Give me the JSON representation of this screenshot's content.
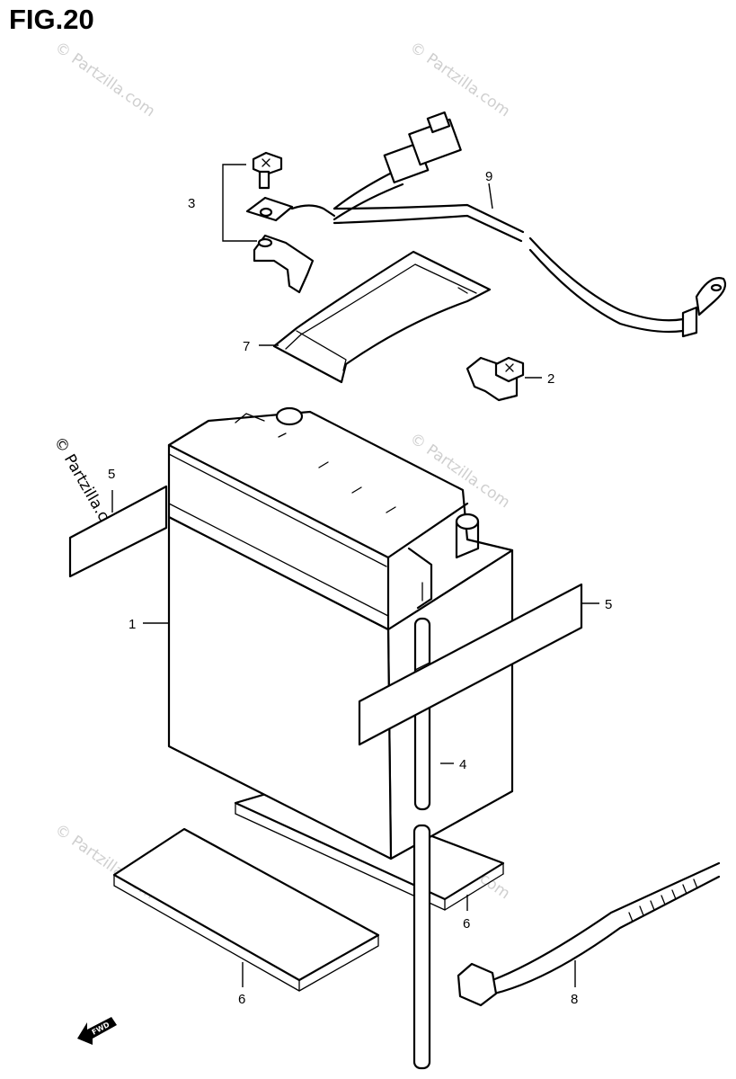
{
  "figure": {
    "title": "FIG.20"
  },
  "watermark": {
    "text": "© Partzilla.com"
  },
  "forward_arrow": {
    "label": "FWD"
  },
  "callouts": {
    "c1": "1",
    "c2": "2",
    "c3": "3",
    "c4": "4",
    "c5a": "5",
    "c5b": "5",
    "c6a": "6",
    "c6b": "6",
    "c7": "7",
    "c8": "8",
    "c9": "9"
  },
  "colors": {
    "line": "#000000",
    "background": "#ffffff",
    "watermark": "#cfcfcf"
  }
}
